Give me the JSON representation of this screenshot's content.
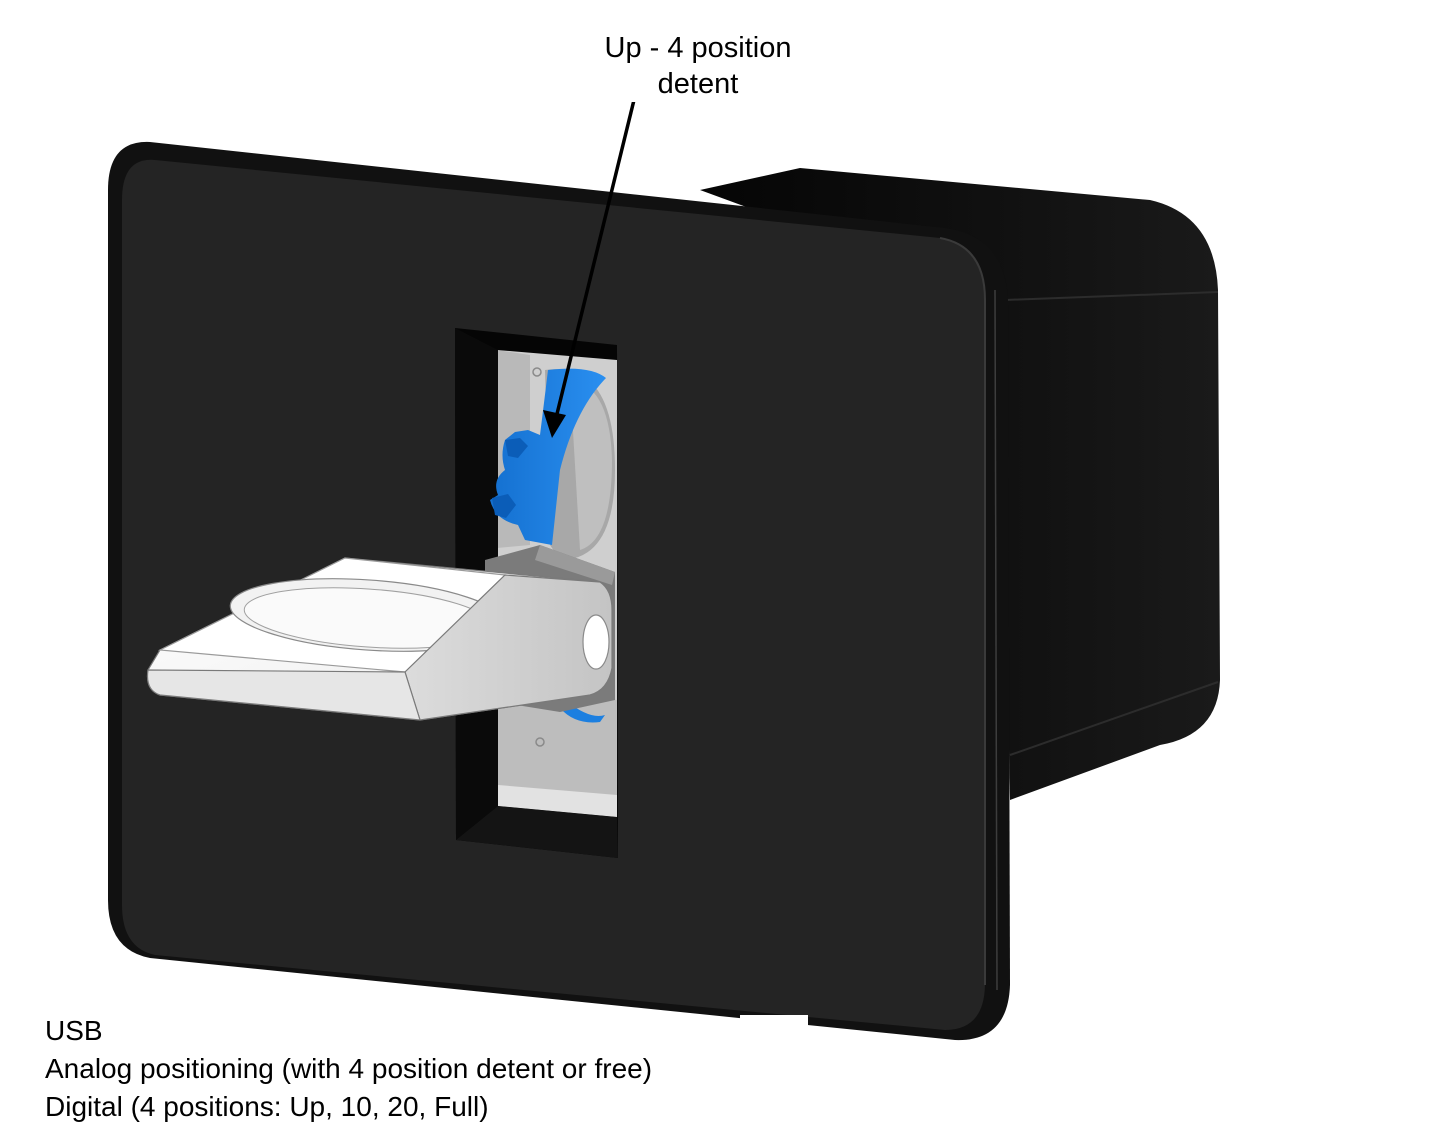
{
  "callout": {
    "line1": "Up - 4 position",
    "line2": "detent"
  },
  "caption": {
    "lines": [
      "USB",
      "Analog positioning (with 4 position detent or free)",
      "Digital (4 positions: Up, 10, 20, Full)"
    ]
  },
  "colors": {
    "faceplate": "#242424",
    "housing": "#0c0c0c",
    "gear_accent": "#1c7fe0",
    "lever": "#f4f4f4",
    "cavity": "#cfcfcf"
  }
}
